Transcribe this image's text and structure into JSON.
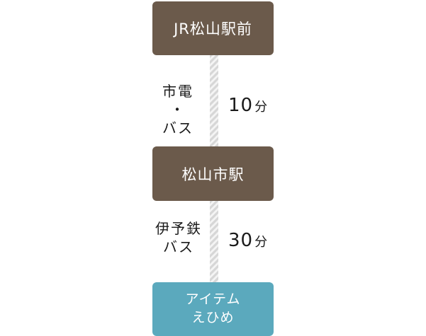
{
  "stations": {
    "start": "JR松山駅前",
    "middle": "松山市駅",
    "destination": [
      "アイテム",
      "えひめ"
    ]
  },
  "legs": [
    {
      "mode": [
        "市電",
        "・",
        "バス"
      ],
      "minutes": "10",
      "unit": "分"
    },
    {
      "mode": [
        "伊予鉄",
        "バス"
      ],
      "minutes": "30",
      "unit": "分"
    }
  ],
  "colors": {
    "station_box": "#6b5a4b",
    "destination_box": "#5ba9bd",
    "connector_stripe": "#d7d7d7"
  }
}
